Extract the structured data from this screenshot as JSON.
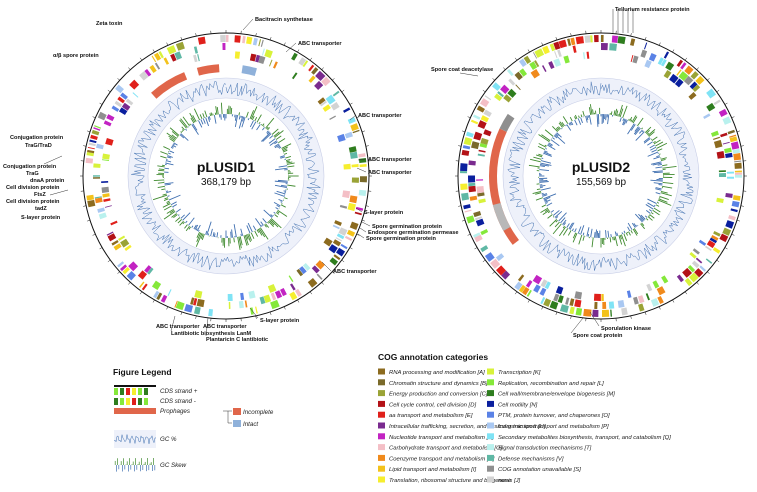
{
  "plasmid1": {
    "name": "pLUSID1",
    "size": "368,179 bp",
    "labels": [
      "Bacitracin synthetase",
      "ABC transporter",
      "ABC transporter",
      "ABC transporter",
      "ABC transporter",
      "S-layer protein",
      "Spore germination protein",
      "Endospore germination permease",
      "Spore germination protein",
      "ABC transporter",
      "S-layer protein",
      "Plantaricin C lantibiotic",
      "Lantibiotic biosynthesis LanM",
      "ABC transporter",
      "ABC transporter",
      "S-layer protein",
      "tadZ",
      "Cell division protein",
      "FtsZ",
      "Cell division protein",
      "dnaA protein",
      "Conjugation protein",
      "TraG",
      "Conjugation protein",
      "TraG/TraD",
      "α/β spore protein",
      "Zeta toxin"
    ]
  },
  "plasmid2": {
    "name": "pLUSID2",
    "size": "155,569 bp",
    "labels": [
      "Tellurium resistance protein",
      "Spore coat deacetylase",
      "Sporulation kinase",
      "Spore coat protein"
    ]
  },
  "figure_legend": {
    "title": "Figure Legend",
    "items": [
      "CDS strand +",
      "CDS strand -",
      "Prophages",
      "Incomplete",
      "Intact",
      "GC %",
      "GC Skew"
    ]
  },
  "cog": {
    "title": "COG annotation categories",
    "categories": [
      {
        "label": "RNA processing and modification [A]",
        "color": "#8c6b1f"
      },
      {
        "label": "Chromatin structure and dynamics [B]",
        "color": "#7a6a2a"
      },
      {
        "label": "Energy production and conversion [C]",
        "color": "#9aa336"
      },
      {
        "label": "Cell cycle control, cell division [D]",
        "color": "#b31217"
      },
      {
        "label": "aa transport and metabolism [E]",
        "color": "#e0201b"
      },
      {
        "label": "Intracellular trafficking, secretion, and vesicular transport [U]",
        "color": "#7a2b8f"
      },
      {
        "label": "Nucleotide transport and metabolism [F]",
        "color": "#c223c2"
      },
      {
        "label": "Carbohydrate transport and metabolism [G]",
        "color": "#f4bfc6"
      },
      {
        "label": "Coenzyme transport and metabolism [H]",
        "color": "#f08a1c"
      },
      {
        "label": "Lipid transport and metabolism [I]",
        "color": "#f3c21b"
      },
      {
        "label": "Translation, ribosomal structure and biogenesis [J]",
        "color": "#f6ee2e"
      },
      {
        "label": "Transcription [K]",
        "color": "#d8f23a"
      },
      {
        "label": "Replication, recombination and repair [L]",
        "color": "#85e83a"
      },
      {
        "label": "Cell wall/membrane/envelope biogenesis [M]",
        "color": "#2e7d1e"
      },
      {
        "label": "Cell motility [N]",
        "color": "#0a1f9e"
      },
      {
        "label": "PTM, protein turnover, and chaperones [O]",
        "color": "#5a82e6"
      },
      {
        "label": "Inorganic ion transport and metabolism [P]",
        "color": "#a9c8f2"
      },
      {
        "label": "Secondary metabolites biosynthesis, transport, and catabolism [Q]",
        "color": "#7fe3f5"
      },
      {
        "label": "Signal transduction mechanisms [T]",
        "color": "#b9f1ee"
      },
      {
        "label": "Defense mechanisms [V]",
        "color": "#5fb8a5"
      },
      {
        "label": "COG annotation unavailable [S]",
        "color": "#8f8f8f"
      },
      {
        "label": "none",
        "color": "#d3d3d3"
      }
    ]
  },
  "colors": {
    "gc_blue": "#3f6fb0",
    "skew_green": "#3f8a2e",
    "ring_fill": "#eef1fa",
    "prophage_incomplete": "#e0664a",
    "prophage_intact": "#8fb1da"
  }
}
